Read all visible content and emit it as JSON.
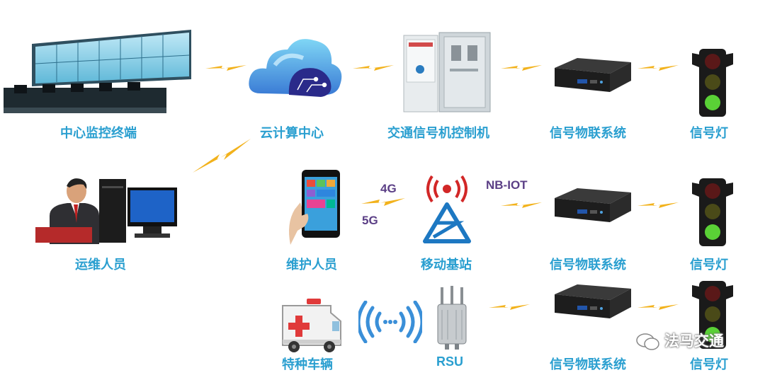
{
  "labels": {
    "center_terminal": "中心监控终端",
    "cloud_center": "云计算中心",
    "signal_controller": "交通信号机控制机",
    "iot_system_1": "信号物联系统",
    "signal_light_1": "信号灯",
    "ops_staff": "运维人员",
    "maint_staff": "维护人员",
    "base_station": "移动基站",
    "iot_system_2": "信号物联系统",
    "signal_light_2": "信号灯",
    "special_vehicle": "特种车辆",
    "rsu": "RSU",
    "iot_system_3": "信号物联系统",
    "signal_light_3": "信号灯"
  },
  "tags": {
    "g4": "4G",
    "g5": "5G",
    "nbiot": "NB-IOT"
  },
  "watermark": "法马交通",
  "colors": {
    "label": "#2a9fd0",
    "tag": "#5b3f86",
    "bolt": "#f2b21c"
  }
}
